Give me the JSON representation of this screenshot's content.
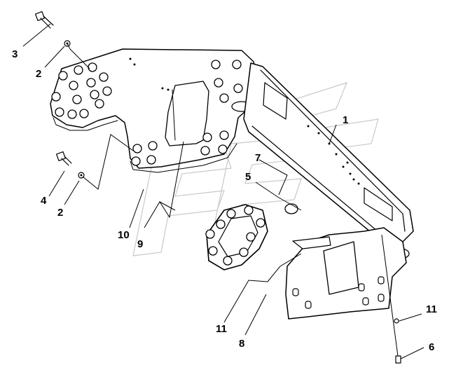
{
  "callouts": {
    "c1": "1",
    "c2a": "2",
    "c2b": "2",
    "c3": "3",
    "c4": "4",
    "c5": "5",
    "c6": "6",
    "c7": "7",
    "c8": "8",
    "c9": "9",
    "c10": "10",
    "c11a": "11",
    "c11b": "11"
  },
  "colors": {
    "ink": "#000000",
    "watermark": "#c8c8c8",
    "background": "#ffffff"
  }
}
